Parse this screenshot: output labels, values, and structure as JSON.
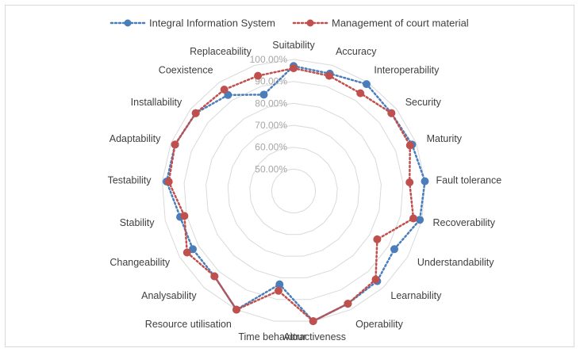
{
  "chart_data": {
    "type": "radar",
    "categories": [
      "Suitability",
      "Accuracy",
      "Interoperability",
      "Security",
      "Maturity",
      "Fault tolerance",
      "Recoverability",
      "Understandability",
      "Learnability",
      "Operability",
      "Attractiveness",
      "Time behaviour",
      "Resource utilisation",
      "Analysability",
      "Changeability",
      "Stability",
      "Testability",
      "Adaptability",
      "Installability",
      "Coexistence",
      "Replaceability"
    ],
    "tick_labels": [
      "50.00%",
      "60.00%",
      "70.00%",
      "80.00%",
      "90.00%",
      "100.00%"
    ],
    "rlim": [
      40,
      100
    ],
    "grid": true,
    "legend_position": "top",
    "series": [
      {
        "name": "Integral Information System",
        "color": "#4a7ebb",
        "values": [
          97,
          96,
          99,
          97,
          98,
          100,
          99,
          93,
          96,
          97,
          100,
          83,
          100,
          93,
          93,
          93,
          98,
          98,
          97,
          93,
          86
        ]
      },
      {
        "name": "Management of court material",
        "color": "#c0504d",
        "values": [
          96,
          95,
          94,
          97,
          97,
          93,
          96,
          84,
          95,
          97,
          100,
          86,
          100,
          93,
          96,
          91,
          97,
          98,
          97,
          96,
          95
        ]
      }
    ]
  }
}
